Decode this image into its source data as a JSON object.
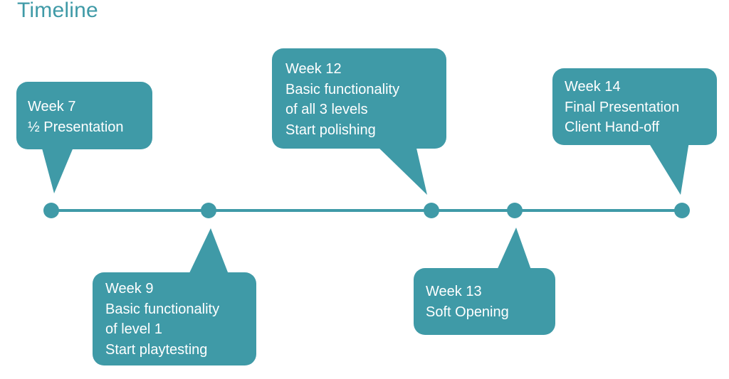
{
  "title": "Timeline",
  "colors": {
    "accent": "#3f9aa7",
    "text_on_accent": "#ffffff"
  },
  "milestones": [
    {
      "id": "week7",
      "lines": [
        "Week 7",
        "½ Presentation"
      ]
    },
    {
      "id": "week9",
      "lines": [
        "Week 9",
        "Basic functionality",
        "of level 1",
        "Start playtesting"
      ]
    },
    {
      "id": "week12",
      "lines": [
        "Week 12",
        "Basic functionality",
        "of all 3 levels",
        "Start polishing"
      ]
    },
    {
      "id": "week13",
      "lines": [
        "Week 13",
        "Soft Opening"
      ]
    },
    {
      "id": "week14",
      "lines": [
        "Week 14",
        "Final Presentation",
        "Client Hand-off"
      ]
    }
  ]
}
